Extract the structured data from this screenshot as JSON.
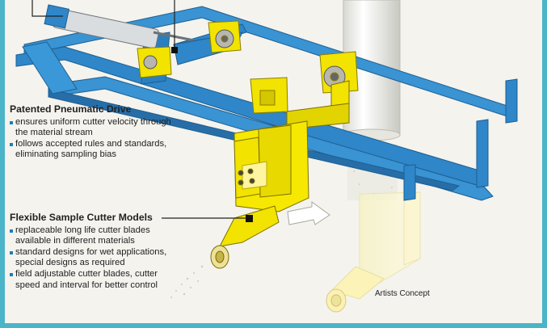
{
  "drive": {
    "heading": "Patented Pneumatic Drive",
    "bullets": [
      "ensures uniform cutter velocity through the material stream",
      "follows accepted rules and standards, eliminating sampling bias"
    ]
  },
  "models": {
    "heading": "Flexible Sample Cutter Models",
    "bullets": [
      "replaceable long life cutter blades available in different materials",
      "standard designs for wet applications, special designs as required",
      "field adjustable cutter blades, cutter speed and interval for better control"
    ]
  },
  "caption": "Artists Concept",
  "colors": {
    "frame": "#2f8fd0",
    "carriage": "#f2e300",
    "border": "#4bb4c8"
  }
}
